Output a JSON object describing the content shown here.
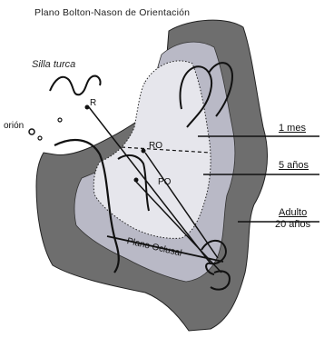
{
  "title": "Plano Bolton-Nason de Orientación",
  "labels": {
    "silla_turca": "Silla turca",
    "orion": "orión",
    "point_r": "R",
    "point_ro": "RO",
    "point_po": "PO",
    "plano_oclusal": "Plano Oclusal"
  },
  "age_labels": [
    "1 mes",
    "5 años",
    "Adulto",
    "20 años"
  ],
  "colors": {
    "adult_fill": "#6e6e6e",
    "five_year_fill": "#b9b9c6",
    "one_month_fill": "#e6e6ec",
    "line": "#111111"
  }
}
